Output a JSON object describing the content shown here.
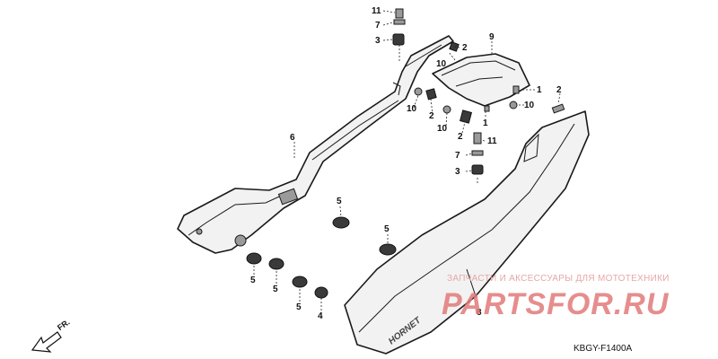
{
  "callouts": {
    "c11a": "11",
    "c7a": "7",
    "c3a": "3",
    "c9": "9",
    "c10a": "10",
    "c2a": "2",
    "c1a": "1",
    "c2b": "2",
    "c10b": "10",
    "c10c": "10",
    "c2c": "2",
    "c1b": "1",
    "c10d": "10",
    "c2d": "2",
    "c6": "6",
    "c11b": "11",
    "c7b": "7",
    "c3b": "3",
    "c5a": "5",
    "c5b": "5",
    "c5c": "5",
    "c5d": "5",
    "c5e": "5",
    "c4": "4",
    "c8": "8"
  },
  "emblem_text": "HORNET",
  "watermark": {
    "tagline": "ЗАПЧАСТИ И АКСЕССУАРЫ ДЛЯ МОТОТЕХНИКИ",
    "logo": "PARTSFOR.RU"
  },
  "diagram_code": "KBGY-F1400A",
  "direction_label": "FR."
}
